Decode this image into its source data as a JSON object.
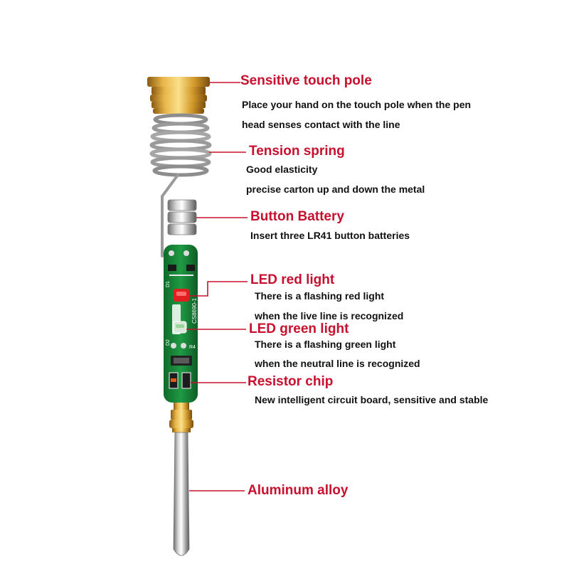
{
  "accent_color": "#c8102e",
  "components": [
    {
      "title": "Sensitive touch pole",
      "icon": "brass-touch-pole-icon",
      "lines": [
        "Place your hand on the touch pole when the pen",
        "head senses contact with the line"
      ]
    },
    {
      "title": "Tension spring",
      "icon": "spring-icon",
      "lines": [
        "Good elasticity",
        "precise carton up and down the metal"
      ]
    },
    {
      "title": "Button Battery",
      "icon": "button-battery-icon",
      "lines": [
        "Insert three LR41 button batteries"
      ]
    },
    {
      "title": "LED red light",
      "icon": "red-led-icon",
      "lines": [
        "There is a flashing red light",
        "when the live line is recognized"
      ]
    },
    {
      "title": "LED green light",
      "icon": "green-led-icon",
      "lines": [
        "There is a flashing green light",
        "when the neutral line is recognized"
      ]
    },
    {
      "title": "Resistor chip",
      "icon": "resistor-chip-icon",
      "lines": [
        "New intelligent circuit board, sensitive and stable"
      ]
    },
    {
      "title": "Aluminum alloy",
      "icon": "screwdriver-shaft-icon",
      "lines": []
    }
  ],
  "pcb_labels": {
    "model": "CS8690-1",
    "d1": "D1",
    "d2": "D2",
    "r4": "R4"
  }
}
